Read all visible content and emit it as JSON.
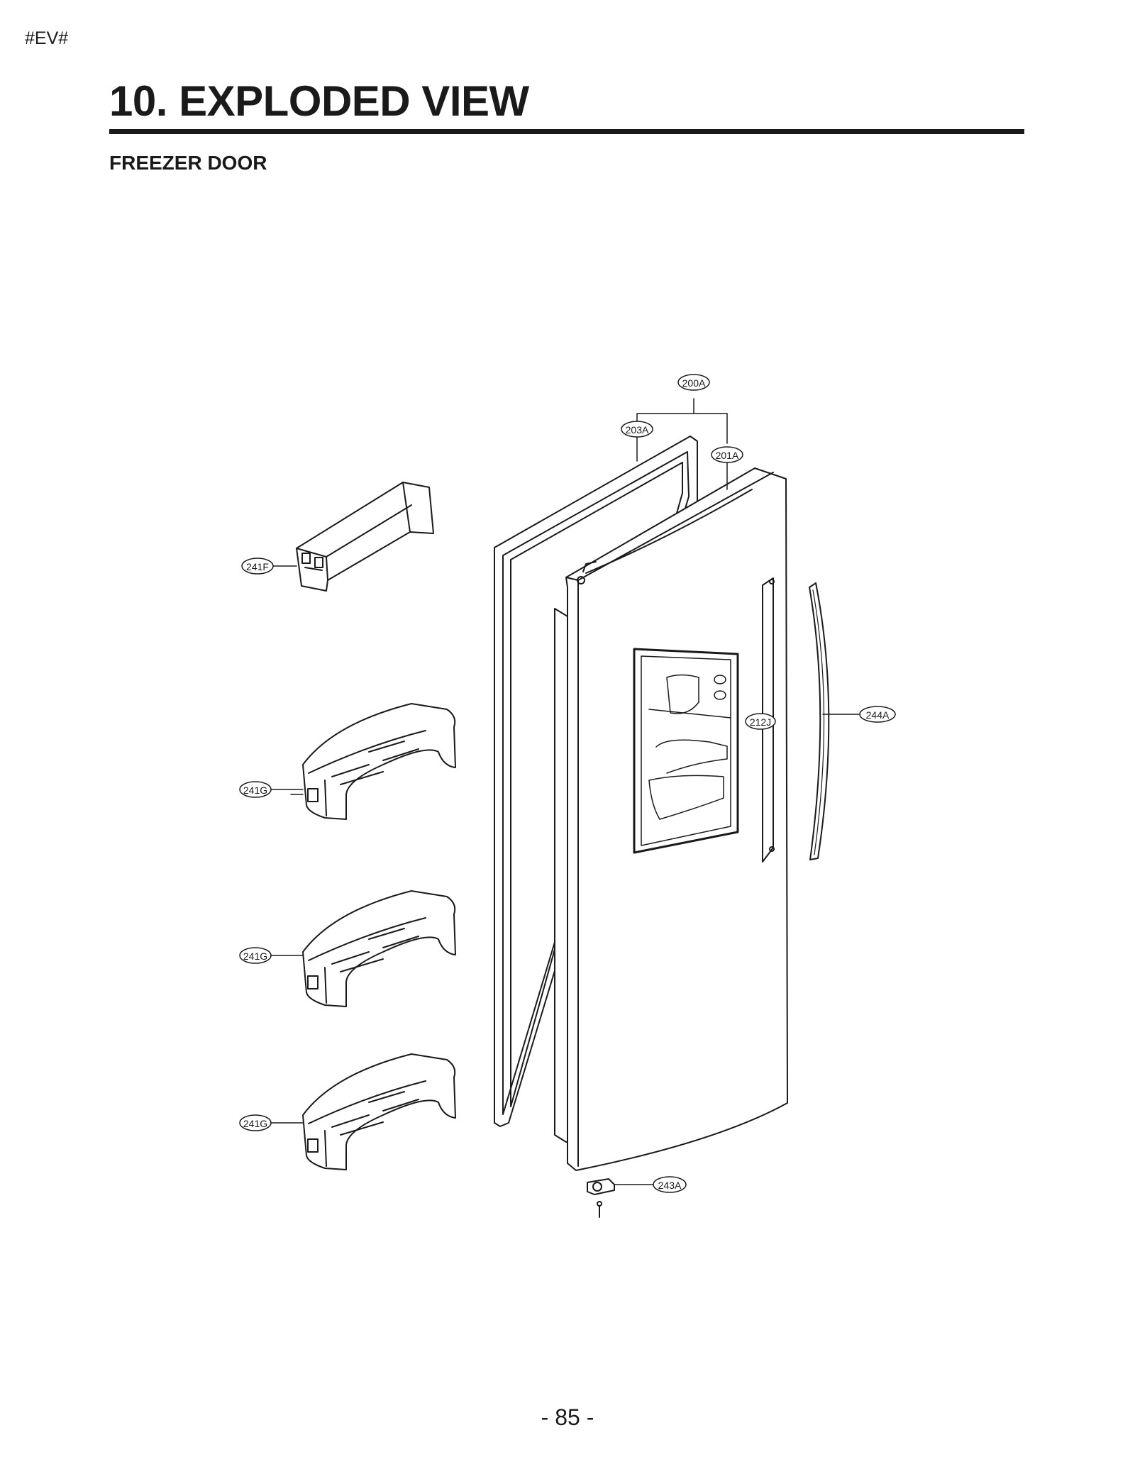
{
  "page": {
    "marker": "#EV#",
    "title": "10. EXPLODED VIEW",
    "section": "FREEZER DOOR",
    "page_number": "- 85 -"
  },
  "parts": {
    "p200A": "200A",
    "p203A": "203A",
    "p201A": "201A",
    "p241F": "241F",
    "p241G_1": "241G",
    "p241G_2": "241G",
    "p241G_3": "241G",
    "p212J": "212J",
    "p244A": "244A",
    "p243A": "243A"
  }
}
